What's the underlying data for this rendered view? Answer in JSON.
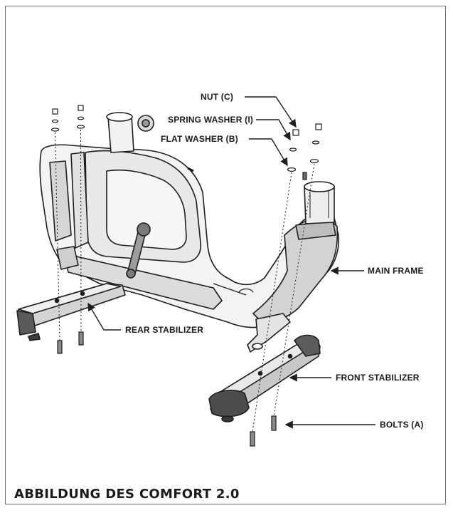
{
  "labels": {
    "nut": "NUT (C)",
    "spring_washer": "SPRING WASHER (I)",
    "flat_washer": "FLAT WASHER (B)",
    "main_frame": "MAIN FRAME",
    "rear_stabilizer": "REAR STABILIZER",
    "front_stabilizer": "FRONT STABILIZER",
    "bolts": "BOLTS (A)"
  },
  "caption": "ABBILDUNG DES COMFORT 2.0",
  "colors": {
    "outline": "#1e1e1e",
    "frame_fill": "#f2f2f2",
    "shade": "#c9c9c9",
    "dark": "#4a4a4a",
    "border": "#6f6f6f"
  }
}
